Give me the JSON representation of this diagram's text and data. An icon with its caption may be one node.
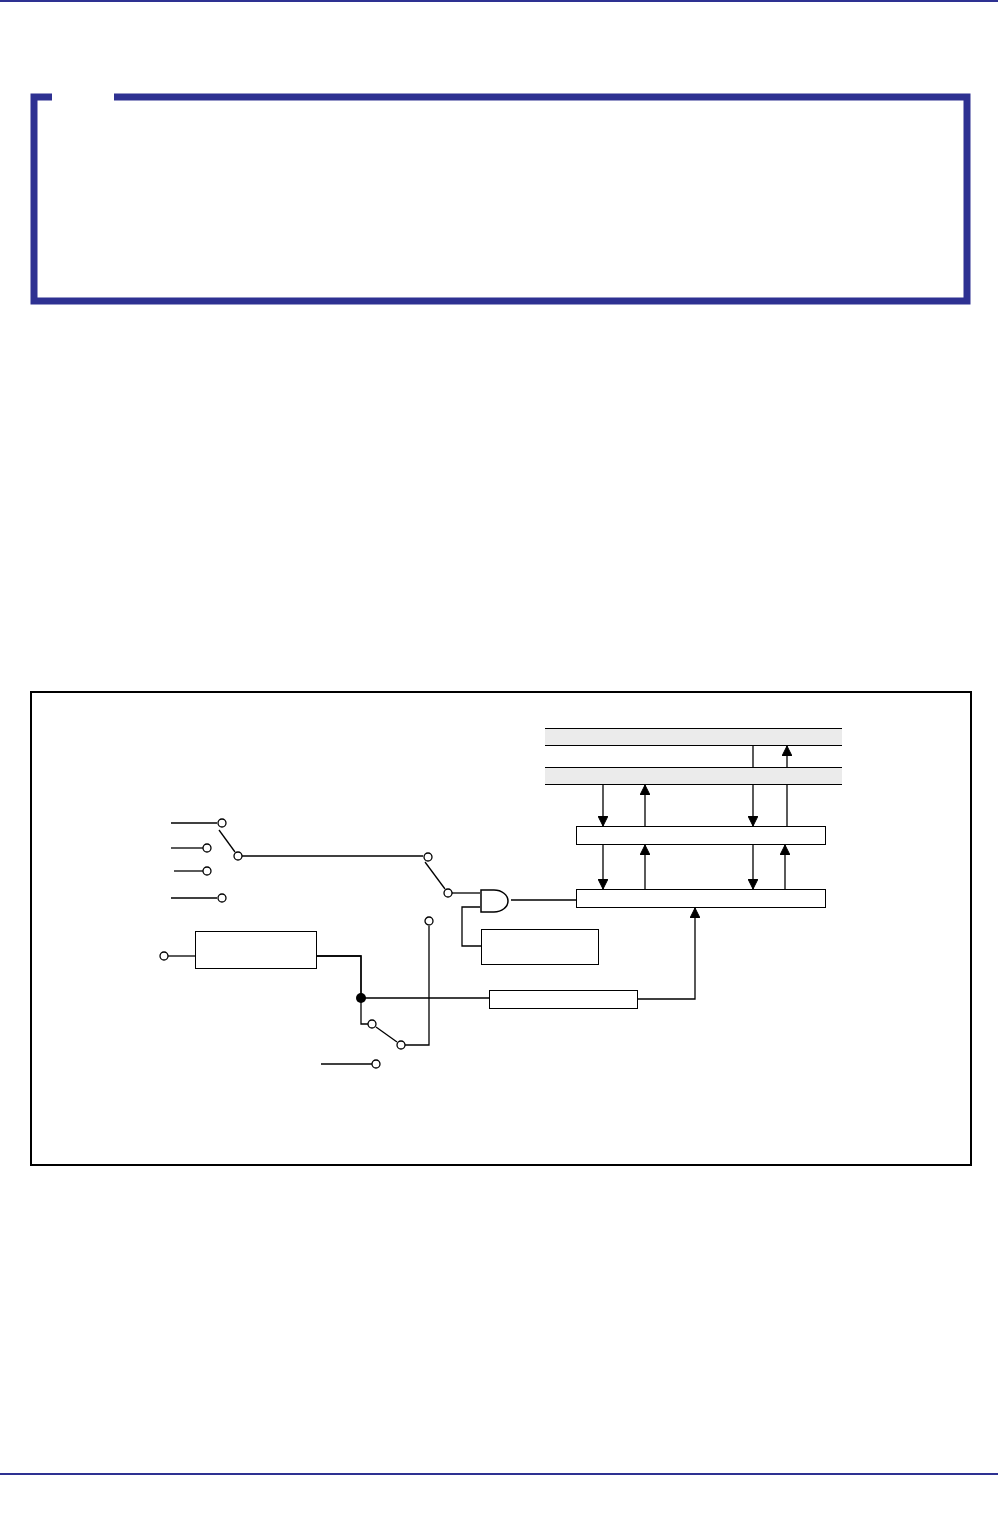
{
  "diagram": {
    "nodes": [
      {
        "text": [],
        "shape": "bar"
      },
      {
        "text": [],
        "shape": "bar"
      },
      {
        "text": [],
        "shape": "box"
      },
      {
        "text": [],
        "shape": "box"
      },
      {
        "text": [],
        "shape": "gate"
      },
      {
        "text": [],
        "shape": "box"
      },
      {
        "text": [],
        "shape": "box"
      },
      {
        "text": [],
        "shape": "box"
      },
      {
        "text": [],
        "shape": "switch"
      },
      {
        "text": [],
        "shape": "switch"
      },
      {
        "text": [],
        "shape": "switch"
      },
      {
        "text": [],
        "shape": "circle"
      }
    ],
    "edges": [
      {
        "from": 1,
        "to": 2,
        "arrow": "to"
      },
      {
        "from": 2,
        "to": 1,
        "arrow": "to"
      },
      {
        "from": 0,
        "to": 2,
        "arrow": "to"
      },
      {
        "from": 2,
        "to": 0,
        "arrow": "to"
      },
      {
        "from": 2,
        "to": 3,
        "arrow": "to"
      },
      {
        "from": 3,
        "to": 2,
        "arrow": "to"
      },
      {
        "from": 2,
        "to": 3,
        "arrow": "to"
      },
      {
        "from": 3,
        "to": 2,
        "arrow": "to"
      },
      {
        "from": 4,
        "to": 3,
        "arrow": "none"
      },
      {
        "from": 5,
        "to": 4,
        "arrow": "none"
      },
      {
        "from": 6,
        "to": 7,
        "arrow": "none"
      },
      {
        "from": 7,
        "to": 3,
        "arrow": "to"
      },
      {
        "from": 8,
        "to": 9,
        "arrow": "none"
      },
      {
        "from": 9,
        "to": 4,
        "arrow": "none"
      },
      {
        "from": 6,
        "to": 10,
        "arrow": "none"
      },
      {
        "from": 10,
        "to": 11,
        "arrow": "none"
      }
    ]
  }
}
